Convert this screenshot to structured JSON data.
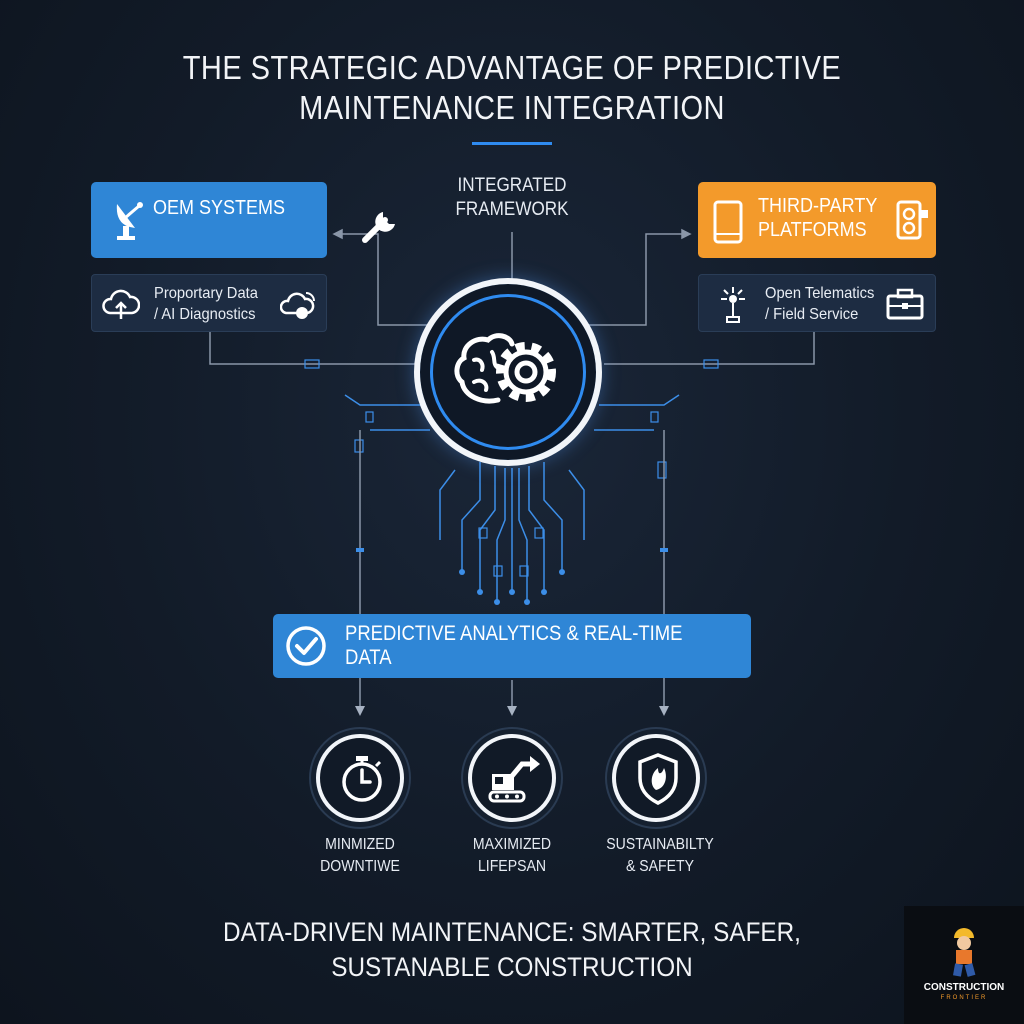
{
  "title_line1": "THE STRATEGIC ADVANTAGE OF PREDICTIVE",
  "title_line2": "MAINTENANCE INTEGRATION",
  "framework_line1": "INTEGRATED",
  "framework_line2": "FRAMEWORK",
  "oem": {
    "title": "OEM SYSTEMS",
    "sub_line1": "Proportary Data",
    "sub_line2": "/ AI Diagnostics",
    "color": "#2f86d6"
  },
  "third_party": {
    "title_line1": "THIRD-PARTY",
    "title_line2": "PLATFORMS",
    "sub_line1": "Open Telematics",
    "sub_line2": "/ Field Service",
    "color": "#f39a2b"
  },
  "analytics": {
    "label": "PREDICTIVE ANALYTICS & REAL-TIME DATA"
  },
  "outcomes": [
    {
      "icon": "stopwatch-icon",
      "line1": "MINMIZED",
      "line2": "DOWNTIWE"
    },
    {
      "icon": "excavator-icon",
      "line1": "MAXIMIZED",
      "line2": "LIFEPSAN"
    },
    {
      "icon": "shield-icon",
      "line1": "SUSTAINABILTY",
      "line2": "& SAFETY"
    }
  ],
  "footer_line1": "DATA-DRIVEN MAINTENANCE: SMARTER, SAFER,",
  "footer_line2": "SUSTANABLE CONSTRUCTION",
  "logo": {
    "line1": "CONSTRUCTION",
    "line2": "FRONTIER"
  },
  "colors": {
    "accent": "#2f8bf0",
    "background": "#121b28",
    "orange": "#f39a2b"
  }
}
